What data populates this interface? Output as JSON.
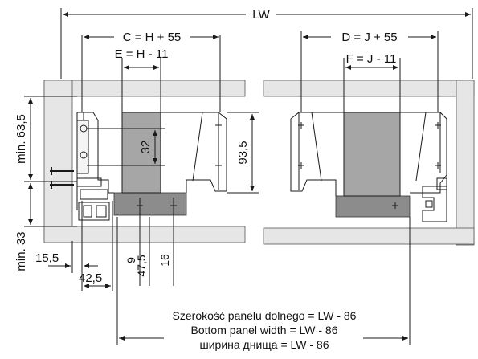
{
  "dimensions": {
    "lw": "LW",
    "c": "C = H + 55",
    "e": "E = H - 11",
    "d": "D = J + 55",
    "f": "F = J - 11",
    "min63": "min. 63,5",
    "min33": "min. 33",
    "h32": "32",
    "h935": "93,5",
    "v155": "15,5",
    "v425": "42,5",
    "v9": "9",
    "v475": "47,5",
    "v16": "16"
  },
  "caption": {
    "line1": "Szerokość panelu dolnego = LW - 86",
    "line2": "Bottom panel width = LW - 86",
    "line3": "ширина днища = LW - 86"
  },
  "colors": {
    "panel": "#e6e6e6",
    "insert": "#a6a6a6",
    "drawer_base": "#8c8c8c",
    "line": "#1a1a1a"
  }
}
